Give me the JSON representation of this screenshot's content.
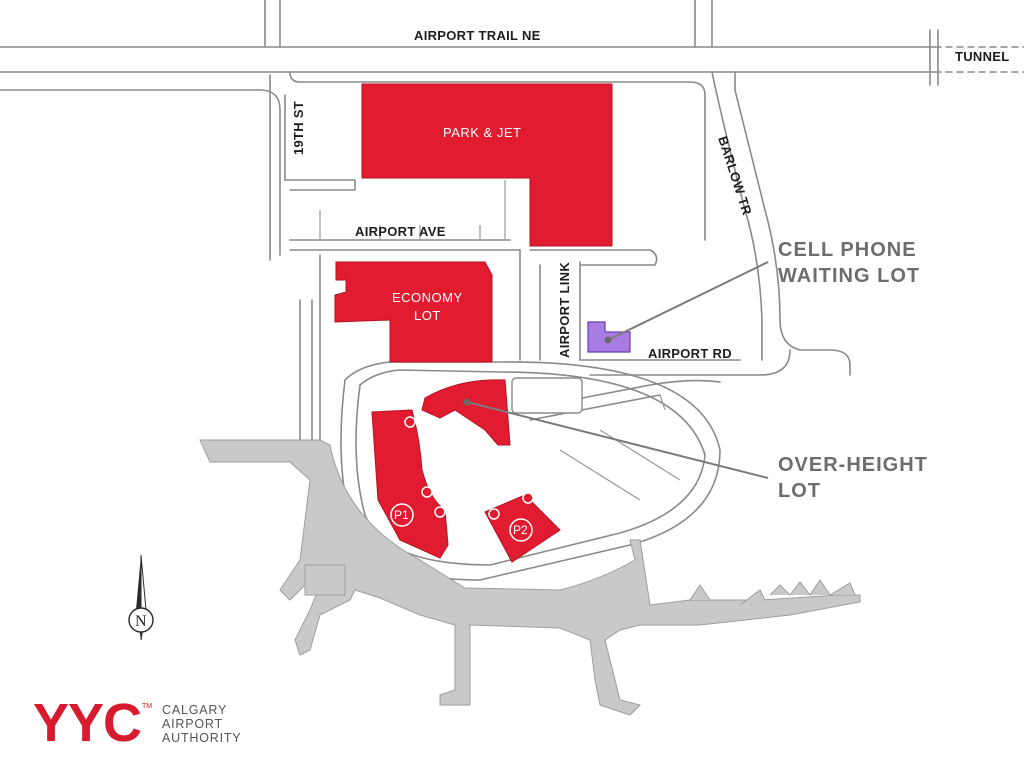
{
  "roads": {
    "airport_trail": "AIRPORT TRAIL NE",
    "tunnel": "TUNNEL",
    "nineteenth_st": "19TH ST",
    "barlow": "BARLOW TR",
    "airport_ave": "AIRPORT AVE",
    "airport_link": "AIRPORT LINK",
    "airport_rd": "AIRPORT RD"
  },
  "lots": {
    "park_jet": "PARK & JET",
    "economy_line1": "ECONOMY",
    "economy_line2": "LOT",
    "p1": "P1",
    "p2": "P2"
  },
  "callouts": {
    "cell_line1": "CELL PHONE",
    "cell_line2": "WAITING LOT",
    "over_line1": "OVER-HEIGHT",
    "over_line2": "LOT"
  },
  "compass": {
    "letter": "N"
  },
  "brand": {
    "logo": "YYC",
    "tm": "TM",
    "line1": "CALGARY",
    "line2": "AIRPORT",
    "line3": "AUTHORITY"
  },
  "colors": {
    "parking_red": "#e11c30",
    "cell_lot_purple": "#a87ce0",
    "terminal_gray": "#c9c9c9",
    "callout_gray": "#6d6d6d",
    "brand_red": "#d71a2d"
  }
}
